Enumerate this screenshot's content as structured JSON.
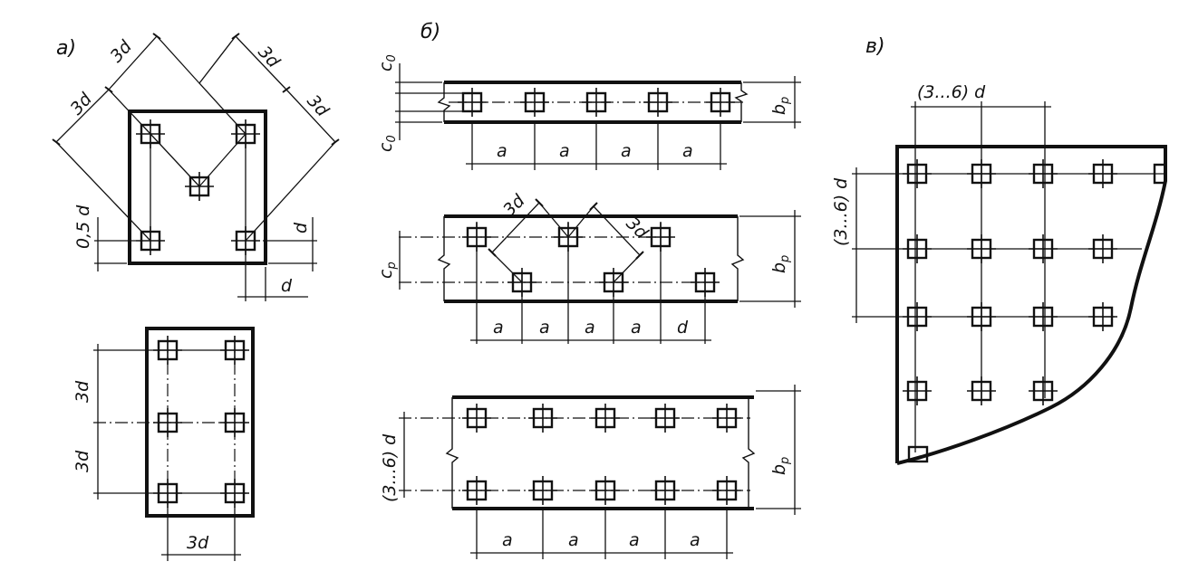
{
  "panels": {
    "a": {
      "title": "а)",
      "dims": {
        "d3": "3d",
        "half_d": "0,5 d",
        "d": "d"
      }
    },
    "b": {
      "title": "б)",
      "dims": {
        "c0": "c",
        "c0_sub": "0",
        "cp": "c",
        "cp_sub": "p",
        "bp": "b",
        "bp_sub": "p",
        "a": "a",
        "d3": "3d",
        "range": "(3...6) d"
      }
    },
    "c": {
      "title": "в)",
      "dims": {
        "range": "(3...6) d"
      }
    }
  }
}
